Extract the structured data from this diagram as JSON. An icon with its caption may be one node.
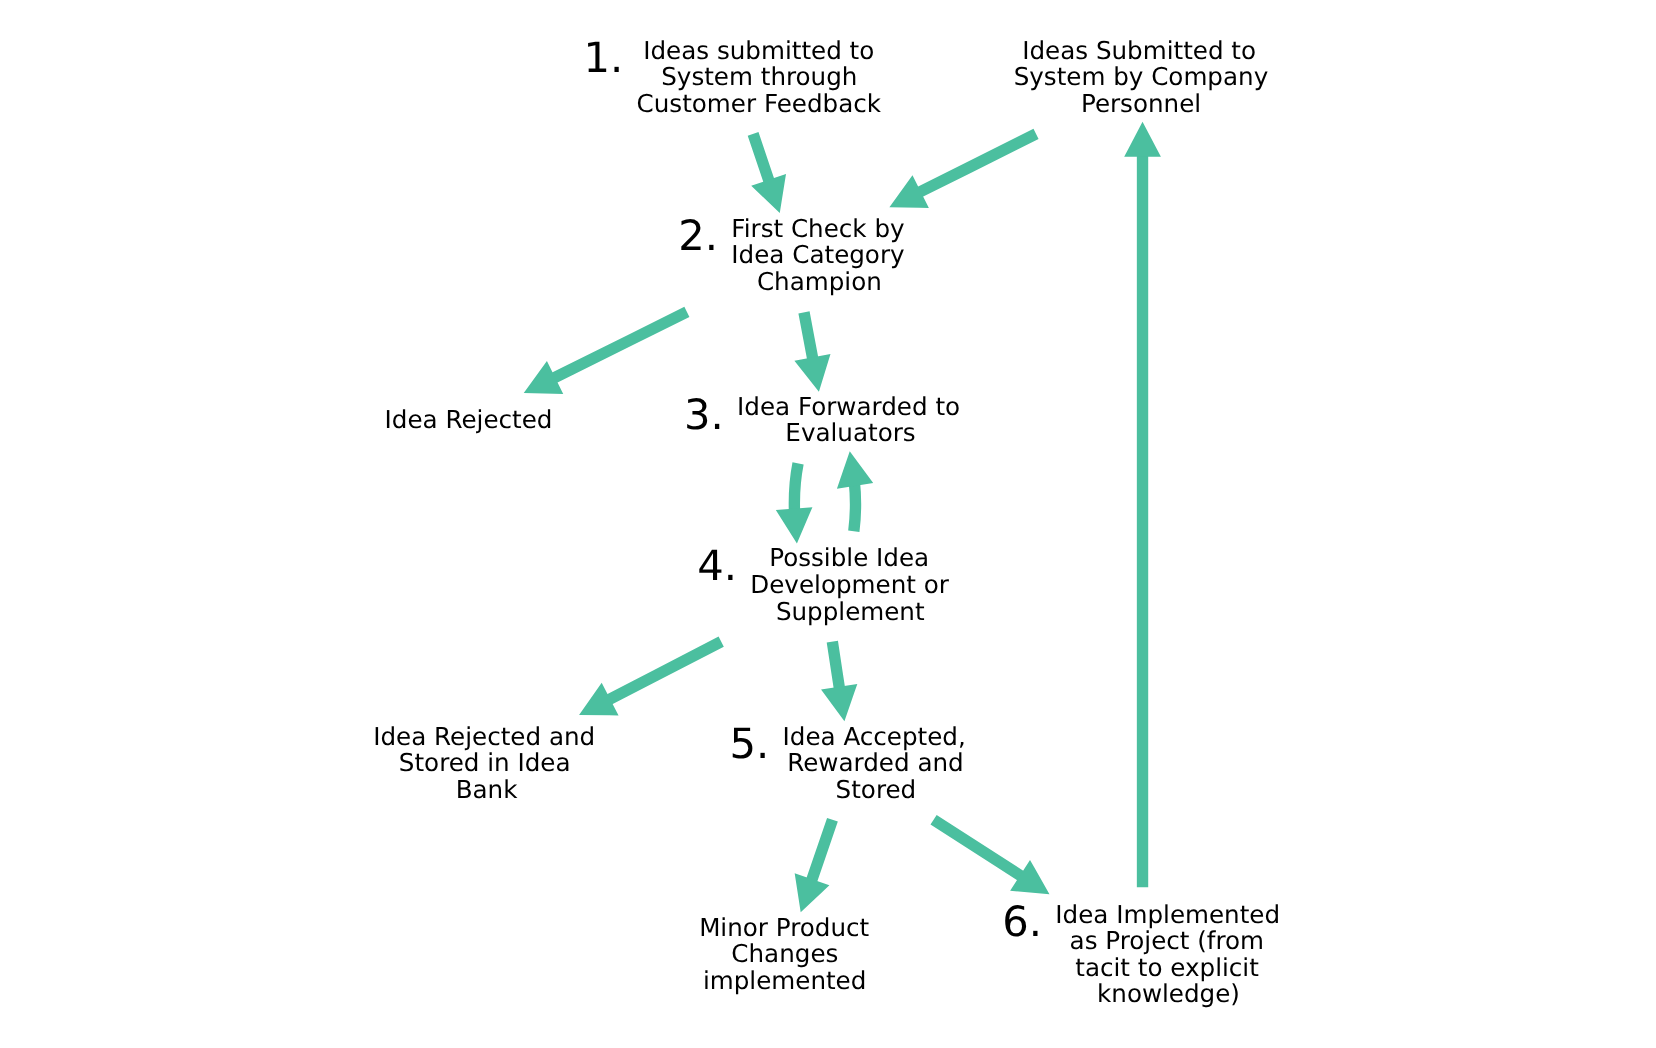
{
  "diagram": {
    "nodes": [
      {
        "text": [
          "Ideas Submitted to System by Company Personnel"
        ]
      },
      {
        "text": [
          "Ideas submitted to System through Customer Feedback"
        ],
        "beside": [
          "1."
        ]
      },
      {
        "text": [
          "First Check by Idea Category Champion"
        ],
        "beside": [
          "2."
        ]
      },
      {
        "text": [
          "Idea Rejected"
        ]
      },
      {
        "text": [
          "Idea Forwarded to Evaluators"
        ],
        "beside": [
          "3."
        ]
      },
      {
        "text": [
          "Possible Idea Development or Supplement"
        ],
        "beside": [
          "4."
        ]
      },
      {
        "text": [
          "Idea Rejected and Stored in Idea Bank"
        ]
      },
      {
        "text": [
          "Idea Accepted, Rewarded and Stored"
        ],
        "beside": [
          "5."
        ]
      },
      {
        "text": [
          "Minor Product Changes implemented"
        ]
      },
      {
        "text": [
          "Idea Implemented as Project (from tacit to explicit knowledge)"
        ],
        "beside": [
          "6."
        ]
      }
    ],
    "edges": [
      {
        "from": 0,
        "to": 2,
        "arrow": "to"
      },
      {
        "from": 1,
        "to": 2,
        "arrow": "to"
      },
      {
        "from": 2,
        "to": 4,
        "arrow": "to"
      },
      {
        "from": 2,
        "to": 3,
        "arrow": "to"
      },
      {
        "from": 4,
        "to": 5,
        "arrow": "to"
      },
      {
        "from": 5,
        "to": 4,
        "arrow": "to"
      },
      {
        "from": 5,
        "to": 6,
        "arrow": "to"
      },
      {
        "from": 5,
        "to": 7,
        "arrow": "to"
      },
      {
        "from": 7,
        "to": 8,
        "arrow": "to"
      },
      {
        "from": 7,
        "to": 9,
        "arrow": "to"
      },
      {
        "from": 9,
        "to": 0,
        "arrow": "to"
      }
    ]
  }
}
